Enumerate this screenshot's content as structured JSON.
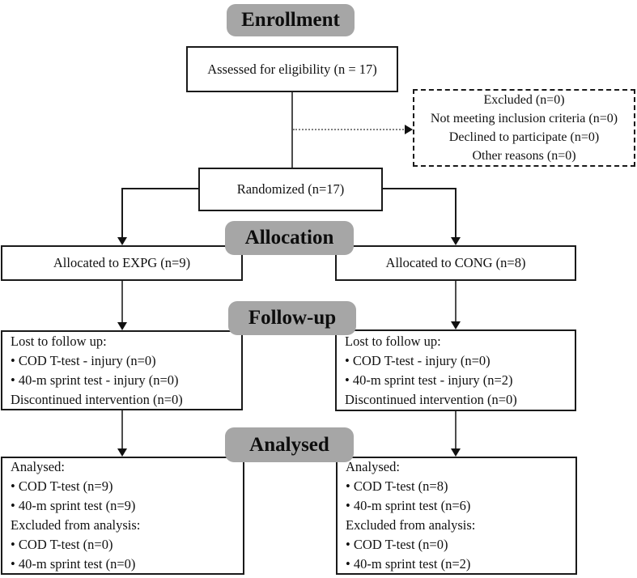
{
  "stage_labels": {
    "enrollment": "Enrollment",
    "allocation": "Allocation",
    "followup": "Follow-up",
    "analysed": "Analysed"
  },
  "boxes": {
    "assessed": {
      "text": "Assessed for eligibility (n = 17)"
    },
    "excluded": {
      "lines": [
        "Excluded (n=0)",
        "Not meeting inclusion criteria (n=0)",
        "Declined to participate (n=0)",
        "Other reasons (n=0)"
      ]
    },
    "randomized": {
      "text": "Randomized (n=17)"
    },
    "allocation_expg": {
      "text": "Allocated to EXPG (n=9)"
    },
    "allocation_cong": {
      "text": "Allocated to CONG (n=8)"
    },
    "followup_expg": {
      "lines": [
        "Lost to follow up:",
        "• COD T-test - injury (n=0)",
        "• 40-m sprint test - injury (n=0)",
        "Discontinued intervention (n=0)"
      ]
    },
    "followup_cong": {
      "lines": [
        "Lost to follow up:",
        "• COD T-test - injury (n=0)",
        "• 40-m sprint test - injury (n=2)",
        "Discontinued intervention (n=0)"
      ]
    },
    "analysed_expg": {
      "lines": [
        "Analysed:",
        "• COD T-test (n=9)",
        "• 40-m sprint test (n=9)",
        "Excluded from analysis:",
        "• COD T-test (n=0)",
        "• 40-m sprint test (n=0)"
      ]
    },
    "analysed_cong": {
      "lines": [
        "Analysed:",
        "• COD T-test (n=8)",
        "• 40-m sprint test (n=6)",
        "Excluded from analysis:",
        "• COD T-test (n=0)",
        "• 40-m sprint test (n=2)"
      ]
    }
  },
  "colors": {
    "badge_bg": "#a6a6a6",
    "box_border": "#1a1a1a",
    "box_bg": "#ffffff",
    "text": "#111111",
    "connector": "#4d4d4d"
  }
}
